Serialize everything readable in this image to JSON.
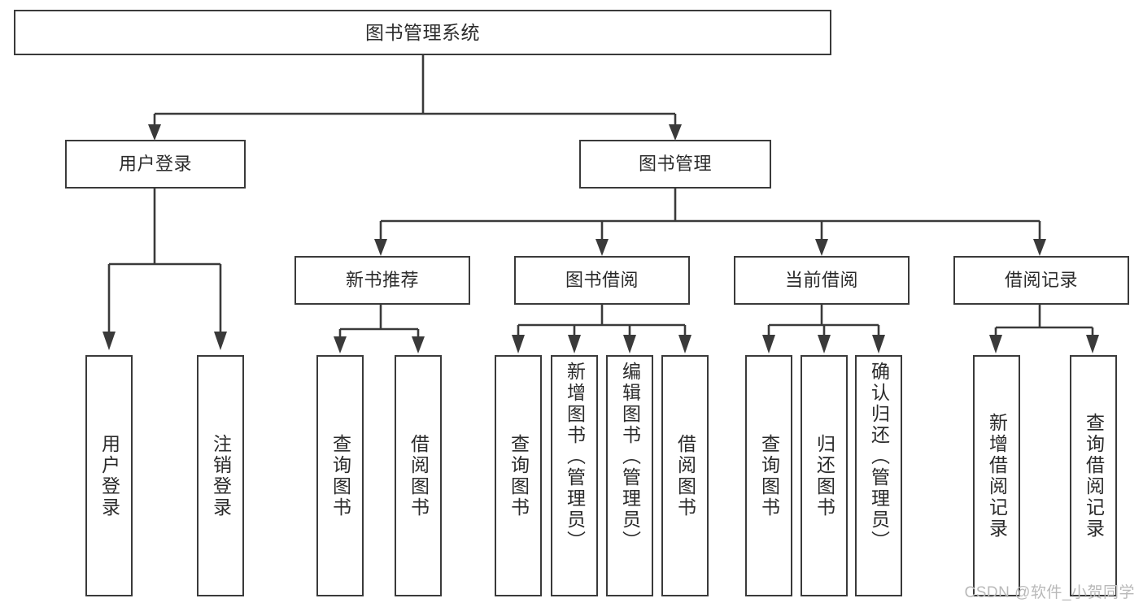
{
  "diagram": {
    "type": "tree",
    "title": "图书管理系统",
    "watermark": "CSDN @软件_小贺同学",
    "colors": {
      "stroke": "#3a3a3a",
      "box_fill": "#ffffff",
      "text": "#2b2b2b",
      "watermark": "#b9b9b9",
      "background": "#ffffff"
    },
    "root": {
      "label": "图书管理系统"
    },
    "level2": [
      {
        "label": "用户登录"
      },
      {
        "label": "图书管理"
      }
    ],
    "level3": [
      {
        "label": "新书推荐"
      },
      {
        "label": "图书借阅"
      },
      {
        "label": "当前借阅"
      },
      {
        "label": "借阅记录"
      }
    ],
    "leaves": {
      "user_login": [
        {
          "label": "用户登录"
        },
        {
          "label": "注销登录"
        }
      ],
      "new_book_recommend": [
        {
          "label": "查询图书"
        },
        {
          "label": "借阅图书"
        }
      ],
      "book_borrow": [
        {
          "label": "查询图书"
        },
        {
          "label": "新增图书（管理员）"
        },
        {
          "label": "编辑图书（管理员）"
        },
        {
          "label": "借阅图书"
        }
      ],
      "current_borrow": [
        {
          "label": "查询图书"
        },
        {
          "label": "归还图书"
        },
        {
          "label": "确认归还（管理员）"
        }
      ],
      "borrow_record": [
        {
          "label": "新增借阅记录"
        },
        {
          "label": "查询借阅记录"
        }
      ]
    }
  }
}
